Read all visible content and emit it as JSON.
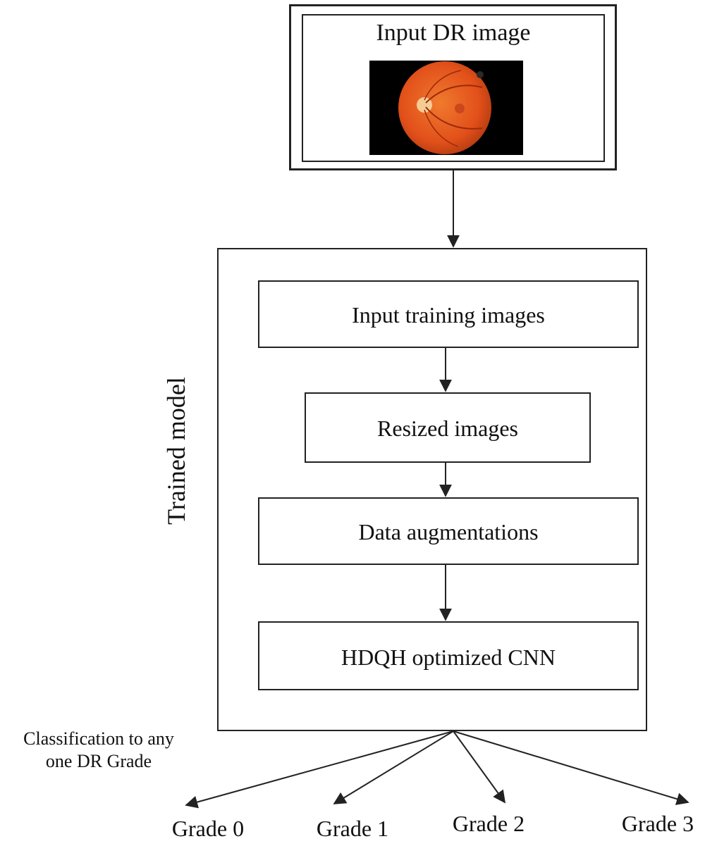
{
  "input": {
    "title": "Input DR image"
  },
  "model": {
    "label": "Trained model",
    "steps": [
      "Input training images",
      "Resized images",
      "Data augmentations",
      "HDQH optimized CNN"
    ]
  },
  "classification": {
    "label_line1": "Classification to any",
    "label_line2": "one DR Grade",
    "grades": [
      "Grade 0",
      "Grade 1",
      "Grade 2",
      "Grade 3"
    ]
  },
  "colors": {
    "line": "#222222",
    "fundus_outer": "#e8541c",
    "fundus_background": "#000000"
  }
}
